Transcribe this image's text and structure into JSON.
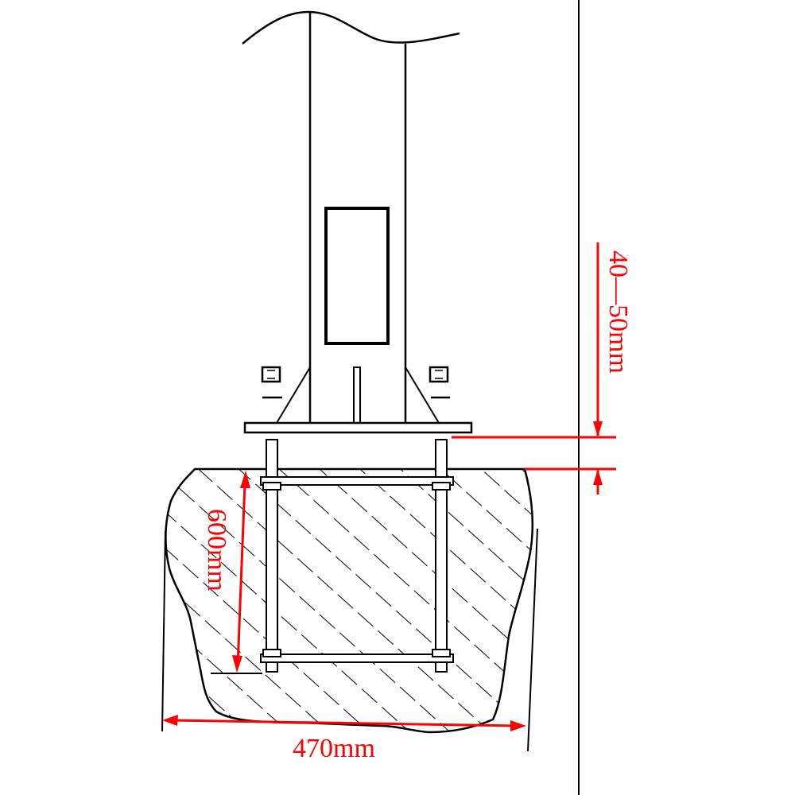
{
  "dimensions": {
    "gap_label": "40—50mm",
    "depth_label": "600mm",
    "width_label": "470mm"
  },
  "colors": {
    "line": "#000000",
    "dimension": "#ff0000",
    "background": "#ffffff"
  }
}
